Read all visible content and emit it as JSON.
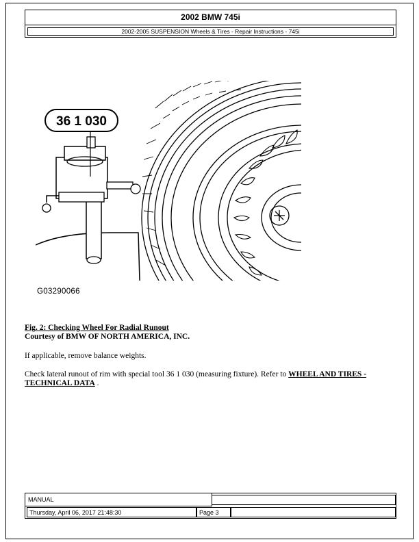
{
  "header": {
    "title": "2002 BMW 745i",
    "subtitle": "2002-2005 SUSPENSION Wheels & Tires - Repair Instructions - 745i"
  },
  "figure": {
    "tool_label": "36 1 030",
    "figure_id": "G03290066"
  },
  "caption": {
    "title": "Fig. 2: Checking Wheel For Radial Runout",
    "credit": "Courtesy of BMW OF NORTH AMERICA, INC."
  },
  "body": {
    "para1": "If applicable, remove balance weights.",
    "para2_text": "Check lateral runout of rim with special tool 36 1 030 (measuring fixture). Refer to ",
    "para2_link": "WHEEL AND TIRES - TECHNICAL DATA",
    "para2_end": " ."
  },
  "footer": {
    "manual": "MANUAL",
    "datetime": "Thursday, April 06, 2017 21:48:30",
    "page": "Page 3"
  }
}
